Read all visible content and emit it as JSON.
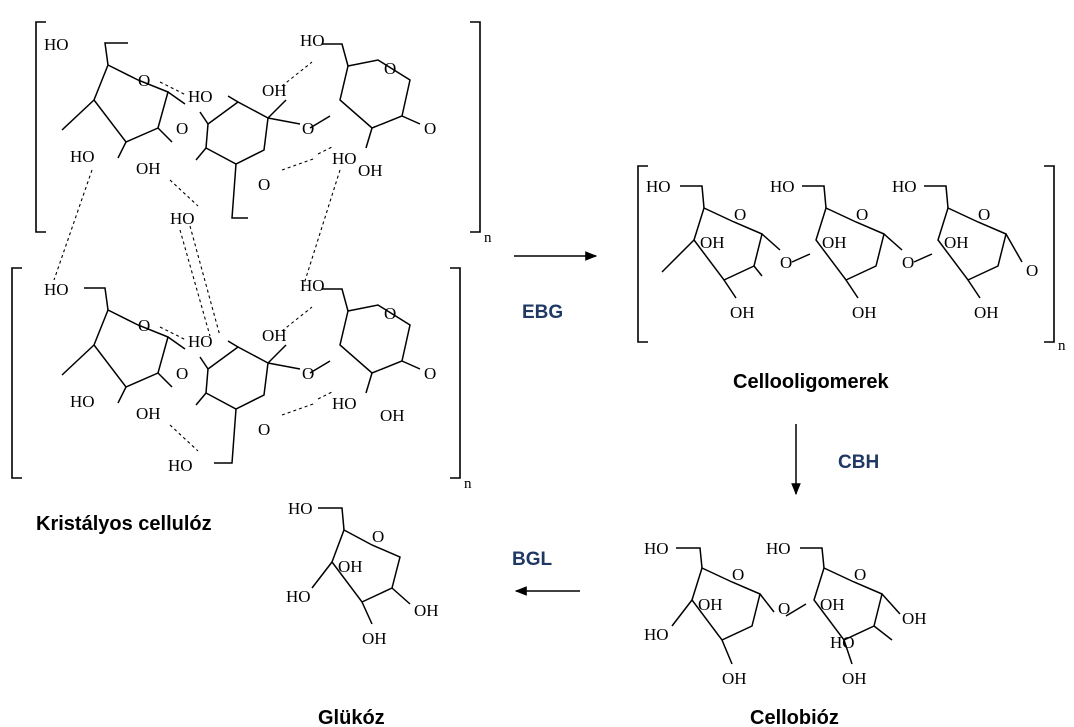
{
  "atoms": {
    "ho": "HO",
    "oh": "OH",
    "o": "O",
    "n": "n"
  },
  "labels": {
    "crystalline": "Kristályos cellulóz",
    "oligomers": "Cellooligomerek",
    "cellobiose": "Cellobióz",
    "glucose": "Glükóz"
  },
  "enzymes": {
    "ebg": "EBG",
    "cbh": "CBH",
    "bgl": "BGL"
  },
  "colors": {
    "enzyme": "#1f3864",
    "structure": "#000000"
  }
}
